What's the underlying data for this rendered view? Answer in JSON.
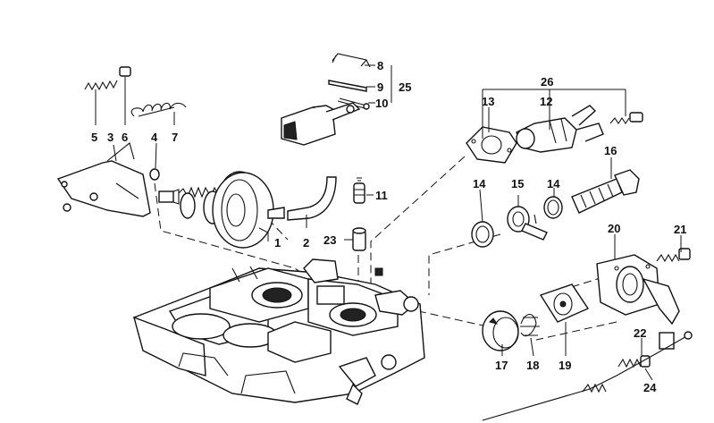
{
  "diagram": {
    "callouts": [
      {
        "id": "c1",
        "text": "1"
      },
      {
        "id": "c2",
        "text": "2"
      },
      {
        "id": "c3",
        "text": "3"
      },
      {
        "id": "c4",
        "text": "4"
      },
      {
        "id": "c5",
        "text": "5"
      },
      {
        "id": "c6",
        "text": "6"
      },
      {
        "id": "c7",
        "text": "7"
      },
      {
        "id": "c8",
        "text": "8"
      },
      {
        "id": "c9",
        "text": "9"
      },
      {
        "id": "c10",
        "text": "10"
      },
      {
        "id": "c11",
        "text": "11"
      },
      {
        "id": "c12",
        "text": "12"
      },
      {
        "id": "c13",
        "text": "13"
      },
      {
        "id": "c14a",
        "text": "14"
      },
      {
        "id": "c14b",
        "text": "14"
      },
      {
        "id": "c15",
        "text": "15"
      },
      {
        "id": "c16",
        "text": "16"
      },
      {
        "id": "c17",
        "text": "17"
      },
      {
        "id": "c18",
        "text": "18"
      },
      {
        "id": "c19",
        "text": "19"
      },
      {
        "id": "c20",
        "text": "20"
      },
      {
        "id": "c21",
        "text": "21"
      },
      {
        "id": "c22",
        "text": "22"
      },
      {
        "id": "c23",
        "text": "23"
      },
      {
        "id": "c24",
        "text": "24"
      },
      {
        "id": "c25",
        "text": "25"
      },
      {
        "id": "c26",
        "text": "26"
      }
    ]
  }
}
